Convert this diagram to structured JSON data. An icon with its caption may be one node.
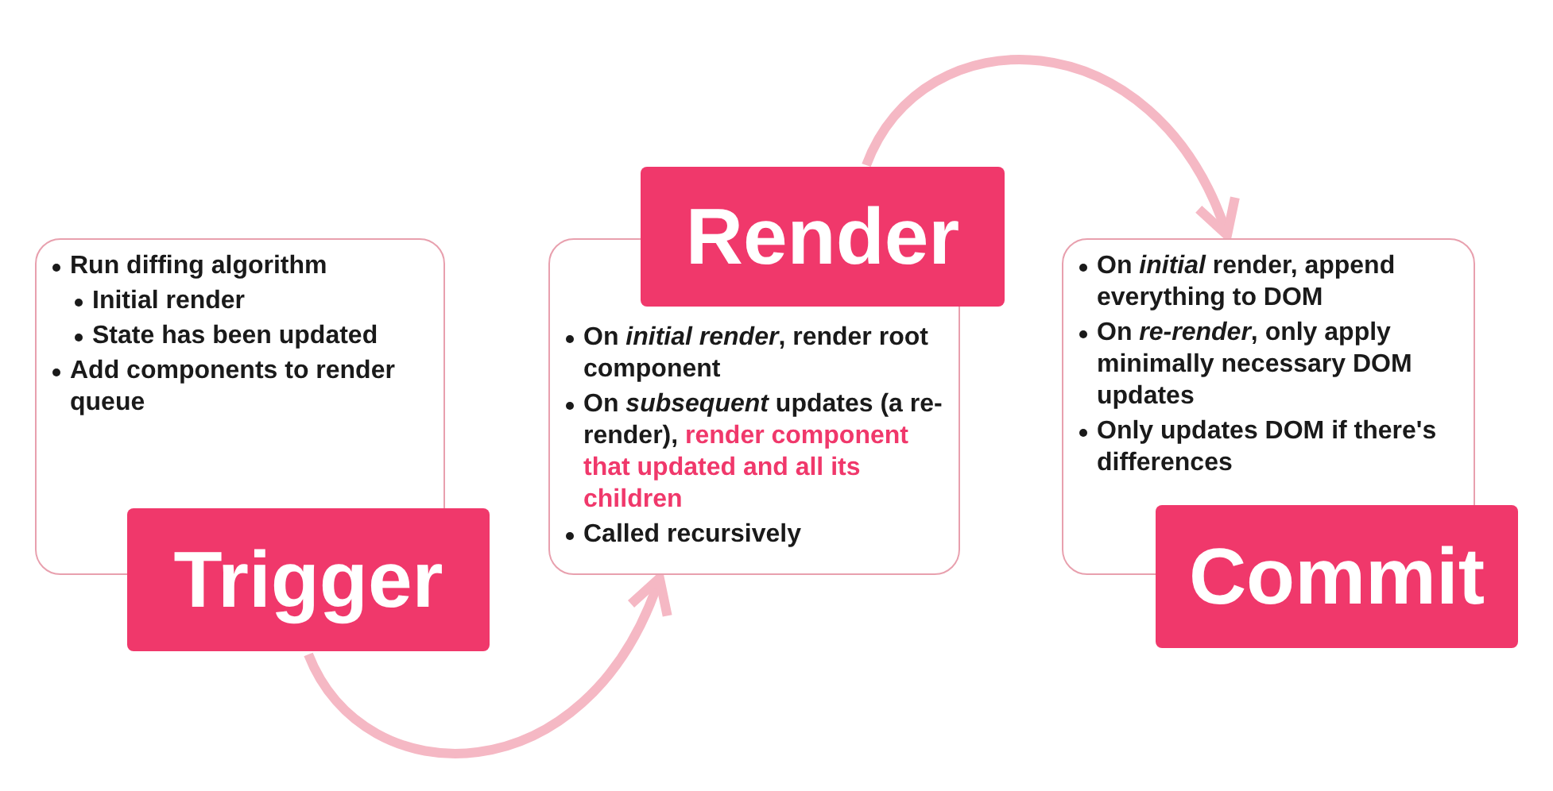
{
  "diagram": {
    "nodes": [
      {
        "text": [
          "Run diffing algorithm",
          "Initial render",
          "State has been updated",
          "Add components to render queue",
          "Trigger"
        ]
      },
      {
        "text": [
          "Render",
          "On *initial render*, render root component",
          "On *subsequent* updates (a re-render), **render component that updated and all its children**",
          "Called recursively"
        ]
      },
      {
        "text": [
          "On *initial* render, append everything to DOM",
          "On *re-render*, only apply minimally necessary DOM updates",
          "Only updates DOM if there's differences",
          "Commit"
        ]
      }
    ],
    "edges": [
      {
        "from": 0,
        "to": 1,
        "arrow": "to"
      },
      {
        "from": 1,
        "to": 2,
        "arrow": "to"
      }
    ]
  }
}
